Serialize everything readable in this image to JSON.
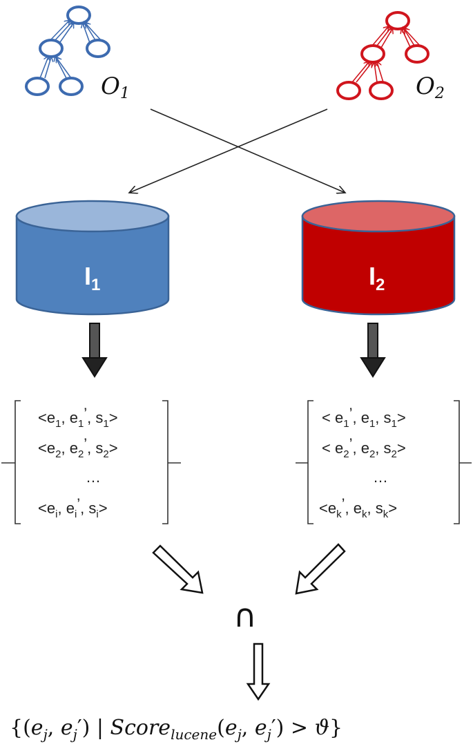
{
  "ontologies": [
    {
      "name": "O",
      "sub": "1",
      "color": "#3d6bb0"
    },
    {
      "name": "O",
      "sub": "2",
      "color": "#d0151d"
    }
  ],
  "indexes": [
    {
      "name": "I",
      "sub": "1",
      "fill": "#4f81bd",
      "top": "#9ab6da",
      "stroke": "#3a6396"
    },
    {
      "name": "I",
      "sub": "2",
      "fill": "#c00000",
      "top": "#dd6666",
      "stroke": "#3a6396"
    }
  ],
  "result_sets": {
    "left": [
      {
        "a": "e",
        "as": "1",
        "b": "e",
        "bs": "1",
        "bp": "’",
        "c": "s",
        "cs": "1"
      },
      {
        "a": "e",
        "as": "2",
        "b": "e",
        "bs": "2",
        "bp": "’",
        "c": "s",
        "cs": "2"
      },
      {
        "ellipsis": "…"
      },
      {
        "a": "e",
        "as": "i",
        "b": "e",
        "bs": "i",
        "bp": "’",
        "c": "s",
        "cs": "i"
      }
    ],
    "right": [
      {
        "a": "e",
        "as": "1",
        "ap": "’",
        "b": "e",
        "bs": "1",
        "c": "s",
        "cs": "1"
      },
      {
        "a": "e",
        "as": "2",
        "ap": "’",
        "b": "e",
        "bs": "2",
        "c": "s",
        "cs": "2"
      },
      {
        "ellipsis": "…"
      },
      {
        "a": "e",
        "as": "k",
        "ap": "’",
        "b": "e",
        "bs": "k",
        "c": "s",
        "cs": "k"
      }
    ]
  },
  "intersection_symbol": "∩",
  "formula": {
    "open": "{(",
    "e": "e",
    "j": "j",
    "prime": "′",
    "sep": ")",
    "bar": "|",
    "score": "Score",
    "lucene": "lucene",
    "gt": ">",
    "theta": "ϑ",
    "close": "}"
  }
}
